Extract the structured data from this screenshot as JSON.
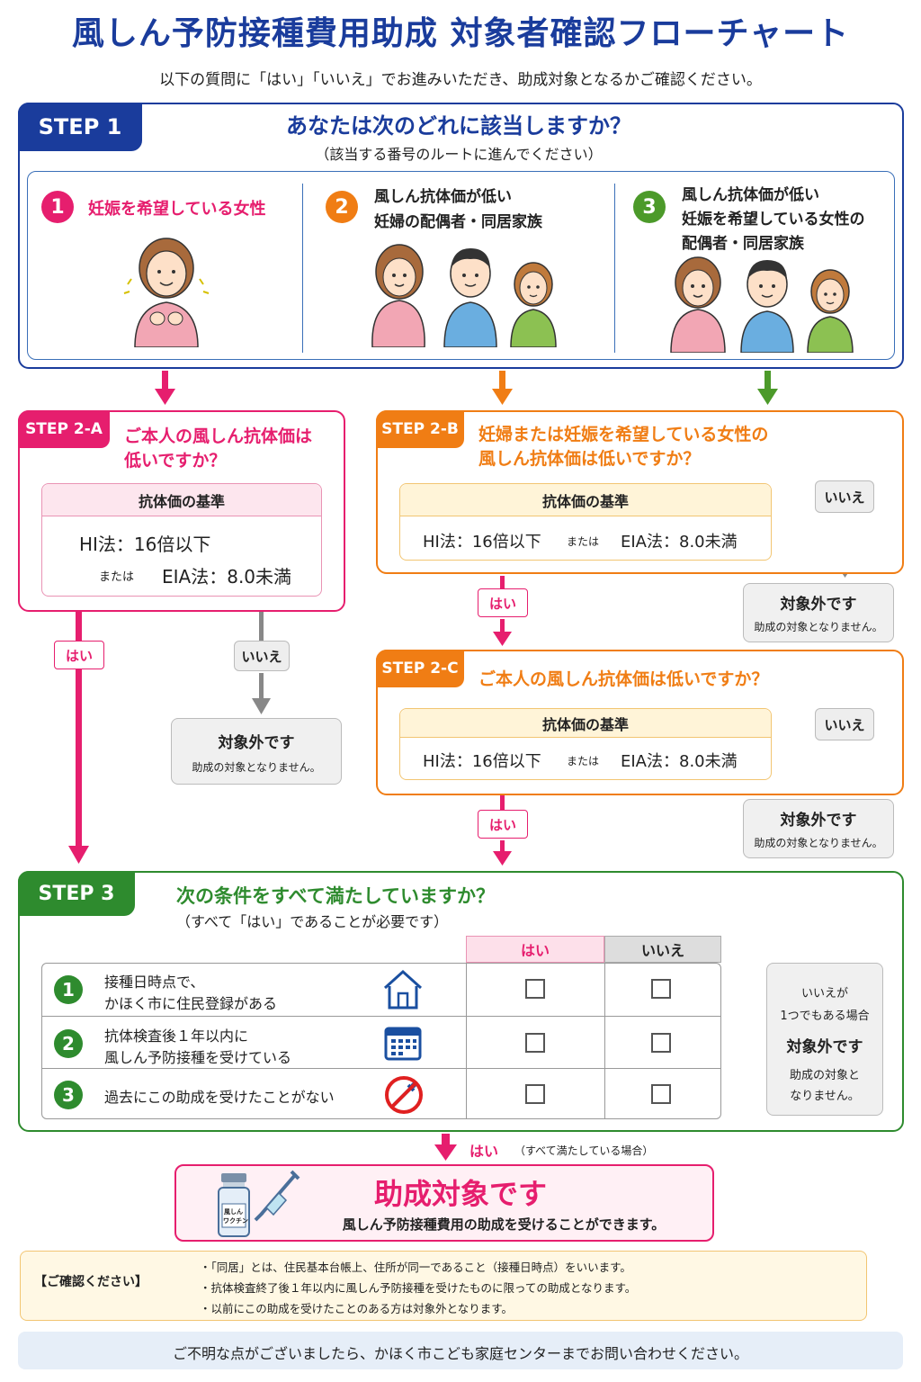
{
  "header": {
    "title": "風しん予防接種費用助成 対象者確認フローチャート",
    "subtitle": "以下の質問に「はい」「いいえ」でお進みいただき、助成対象となるかご確認ください。"
  },
  "step1": {
    "tag": "STEP 1",
    "question": "あなたは次のどれに該当しますか？",
    "note": "（該当する番号のルートに進んでください）",
    "options": [
      {
        "num": "1",
        "line1": "妊娠を希望している女性",
        "line2": "",
        "line3": "",
        "color": "#e61e6e"
      },
      {
        "num": "2",
        "line1": "風しん抗体価が低い",
        "line2": "妊婦の配偶者・同居家族",
        "line3": "",
        "color": "#f07d14"
      },
      {
        "num": "3",
        "line1": "風しん抗体価が低い",
        "line2": "妊娠を希望している女性の",
        "line3": "配偶者・同居家族",
        "color": "#4c9a2a"
      }
    ]
  },
  "step2a": {
    "tag": "STEP 2-A",
    "question1": "ご本人の風しん抗体価は",
    "question2": "低いですか？",
    "crit_title": "抗体価の基準",
    "hi": "HI法：16倍以下",
    "or": "または",
    "eia": "EIA法：8.0未満"
  },
  "step2b": {
    "tag": "STEP 2-B",
    "question1": "妊婦または妊娠を希望している女性の",
    "question2": "風しん抗体価は低いですか？",
    "crit_title": "抗体価の基準",
    "hi": "HI法：16倍以下",
    "or": "または",
    "eia": "EIA法：8.0未満"
  },
  "step2c": {
    "tag": "STEP 2-C",
    "question": "ご本人の風しん抗体価は低いですか？",
    "crit_title": "抗体価の基準",
    "hi": "HI法：16倍以下",
    "or": "または",
    "eia": "EIA法：8.0未満"
  },
  "labels": {
    "yes": "はい",
    "no": "いいえ",
    "ng_title": "対象外です",
    "ng_desc": "助成の対象となりません。"
  },
  "step3": {
    "tag": "STEP 3",
    "question": "次の条件をすべて満たしていますか？",
    "note": "（すべて「はい」であることが必要です）",
    "col_yes": "はい",
    "col_no": "いいえ",
    "rows": [
      {
        "num": "1",
        "line1": "接種日時点で、",
        "line2": "かほく市に住民登録がある",
        "icon": "house-icon"
      },
      {
        "num": "2",
        "line1": "抗体検査後１年以内に",
        "line2": "風しん予防接種を受けている",
        "icon": "calendar-icon"
      },
      {
        "num": "3",
        "line1": "過去にこの助成を受けたことがない",
        "line2": "",
        "icon": "no-vaccine-icon"
      }
    ],
    "ng_line1": "いいえが",
    "ng_line2": "1つでもある場合",
    "ng_title": "対象外です",
    "ng_desc1": "助成の対象と",
    "ng_desc2": "なりません。"
  },
  "result": {
    "yes": "はい",
    "yes_note": "（すべて満たしている場合）",
    "title": "助成対象です",
    "desc": "風しん予防接種費用の助成を受けることができます。",
    "vial_label1": "風しん",
    "vial_label2": "ワクチン"
  },
  "confirm": {
    "label": "【ご確認ください】",
    "items": [
      "・「同居」とは、住民基本台帳上、住所が同一であること（接種日時点）をいいます。",
      "・抗体検査終了後１年以内に風しん予防接種を受けたものに限っての助成となります。",
      "・以前にこの助成を受けたことのある方は対象外となります。"
    ]
  },
  "footer": {
    "text": "ご不明な点がございましたら、かほく市こども家庭センターまでお問い合わせください。"
  },
  "colors": {
    "navy": "#1a3c9c",
    "pink": "#e61e6e",
    "orange": "#f07d14",
    "green": "#2e8b2e"
  }
}
